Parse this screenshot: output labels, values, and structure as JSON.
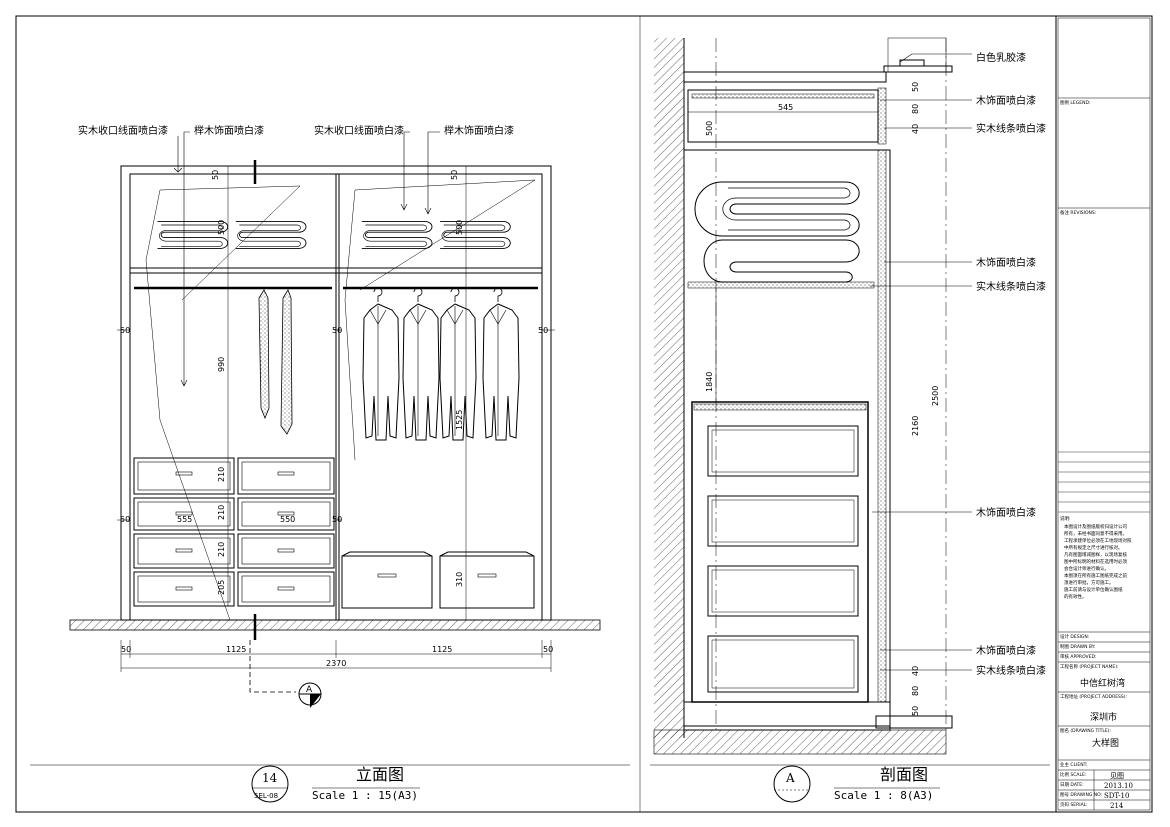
{
  "elevation": {
    "labels": {
      "trim_left": "实木收口线面喷白漆",
      "veneer_left": "榉木饰面喷白漆",
      "trim_right": "实木收口线面喷白漆",
      "veneer_right": "榉木饰面喷白漆"
    },
    "dims": {
      "d1": "50",
      "d2": "50",
      "d3": "500",
      "d4": "500",
      "d5": "990",
      "d6": "1525",
      "d7": "210",
      "d8": "210",
      "d9": "210",
      "d10": "205",
      "d11": "310",
      "d12": "555",
      "d13": "550",
      "d14": "50",
      "d15": "50",
      "d16": "50",
      "d17": "50",
      "d18": "50",
      "b1": "50",
      "b2": "1125",
      "b3": "1125",
      "b4": "50",
      "b5": "2370"
    },
    "section_marker": "A",
    "title_number": "14",
    "title_ref": "5EL-08",
    "title": "立面图",
    "scale": "Scale 1 : 15(A3)"
  },
  "section": {
    "labels": {
      "l1": "白色乳胶漆",
      "l2": "木饰面喷白漆",
      "l3": "实木线条喷白漆",
      "l4": "木饰面喷白漆",
      "l5": "实木线条喷白漆",
      "l6": "木饰面喷白漆",
      "l7": "木饰面喷白漆",
      "l8": "实木线条喷白漆"
    },
    "dims": {
      "w545": "545",
      "h500": "500",
      "h50a": "50",
      "h80a": "80",
      "h40a": "40",
      "h1840": "1840",
      "h2160": "2160",
      "h2500": "2500",
      "h40b": "40",
      "h80b": "80",
      "h50b": "50"
    },
    "title_marker": "A",
    "title": "剖面图",
    "scale": "Scale 1 : 8(A3)"
  },
  "titleblock": {
    "legend_label": "图例 LEGEND:",
    "revisions_label": "备注 REVISIONS:",
    "notes_label": "说明:",
    "notes_lines": [
      "本图设计及图纸版权归设计公司",
      "所有，未经书面同意不得采用。",
      "工程承建单位必须在工地现场对照",
      "中所有规定之尺寸进行核对。",
      "凡有图面增减图样，以现场复核",
      "图中所标明的材料在选用时必须",
      "会合设计师进行确认。",
      "本图须在所有施工图纸完成之前",
      "须进行审批，方可施工。",
      "施工前请与设计单位确认图纸",
      "的有效性。"
    ],
    "design_label": "设计 DESIGN:",
    "drawn_label": "制图 DRAWN BY:",
    "approved_label": "审核 APPROVED:",
    "project_label": "工程名称 (PROJECT NAME):",
    "project_name": "中信红树湾",
    "address_label": "工程地址 (PROJECT ADDRESS):",
    "address": "深圳市",
    "drawing_title_label": "图名 (DRAWING TITLE):",
    "drawing_title": "大样图",
    "client_label": "业主 CLIENT:",
    "scale_label": "比例 SCALE:",
    "scale_value": "见图",
    "date_label": "日期 DATE:",
    "date_value": "2013.10",
    "drawing_no_label": "图号 DRAWING NO:",
    "drawing_no_value": "SDT-10",
    "serial_label": "页码 SERIAL:",
    "serial_value": "214"
  }
}
